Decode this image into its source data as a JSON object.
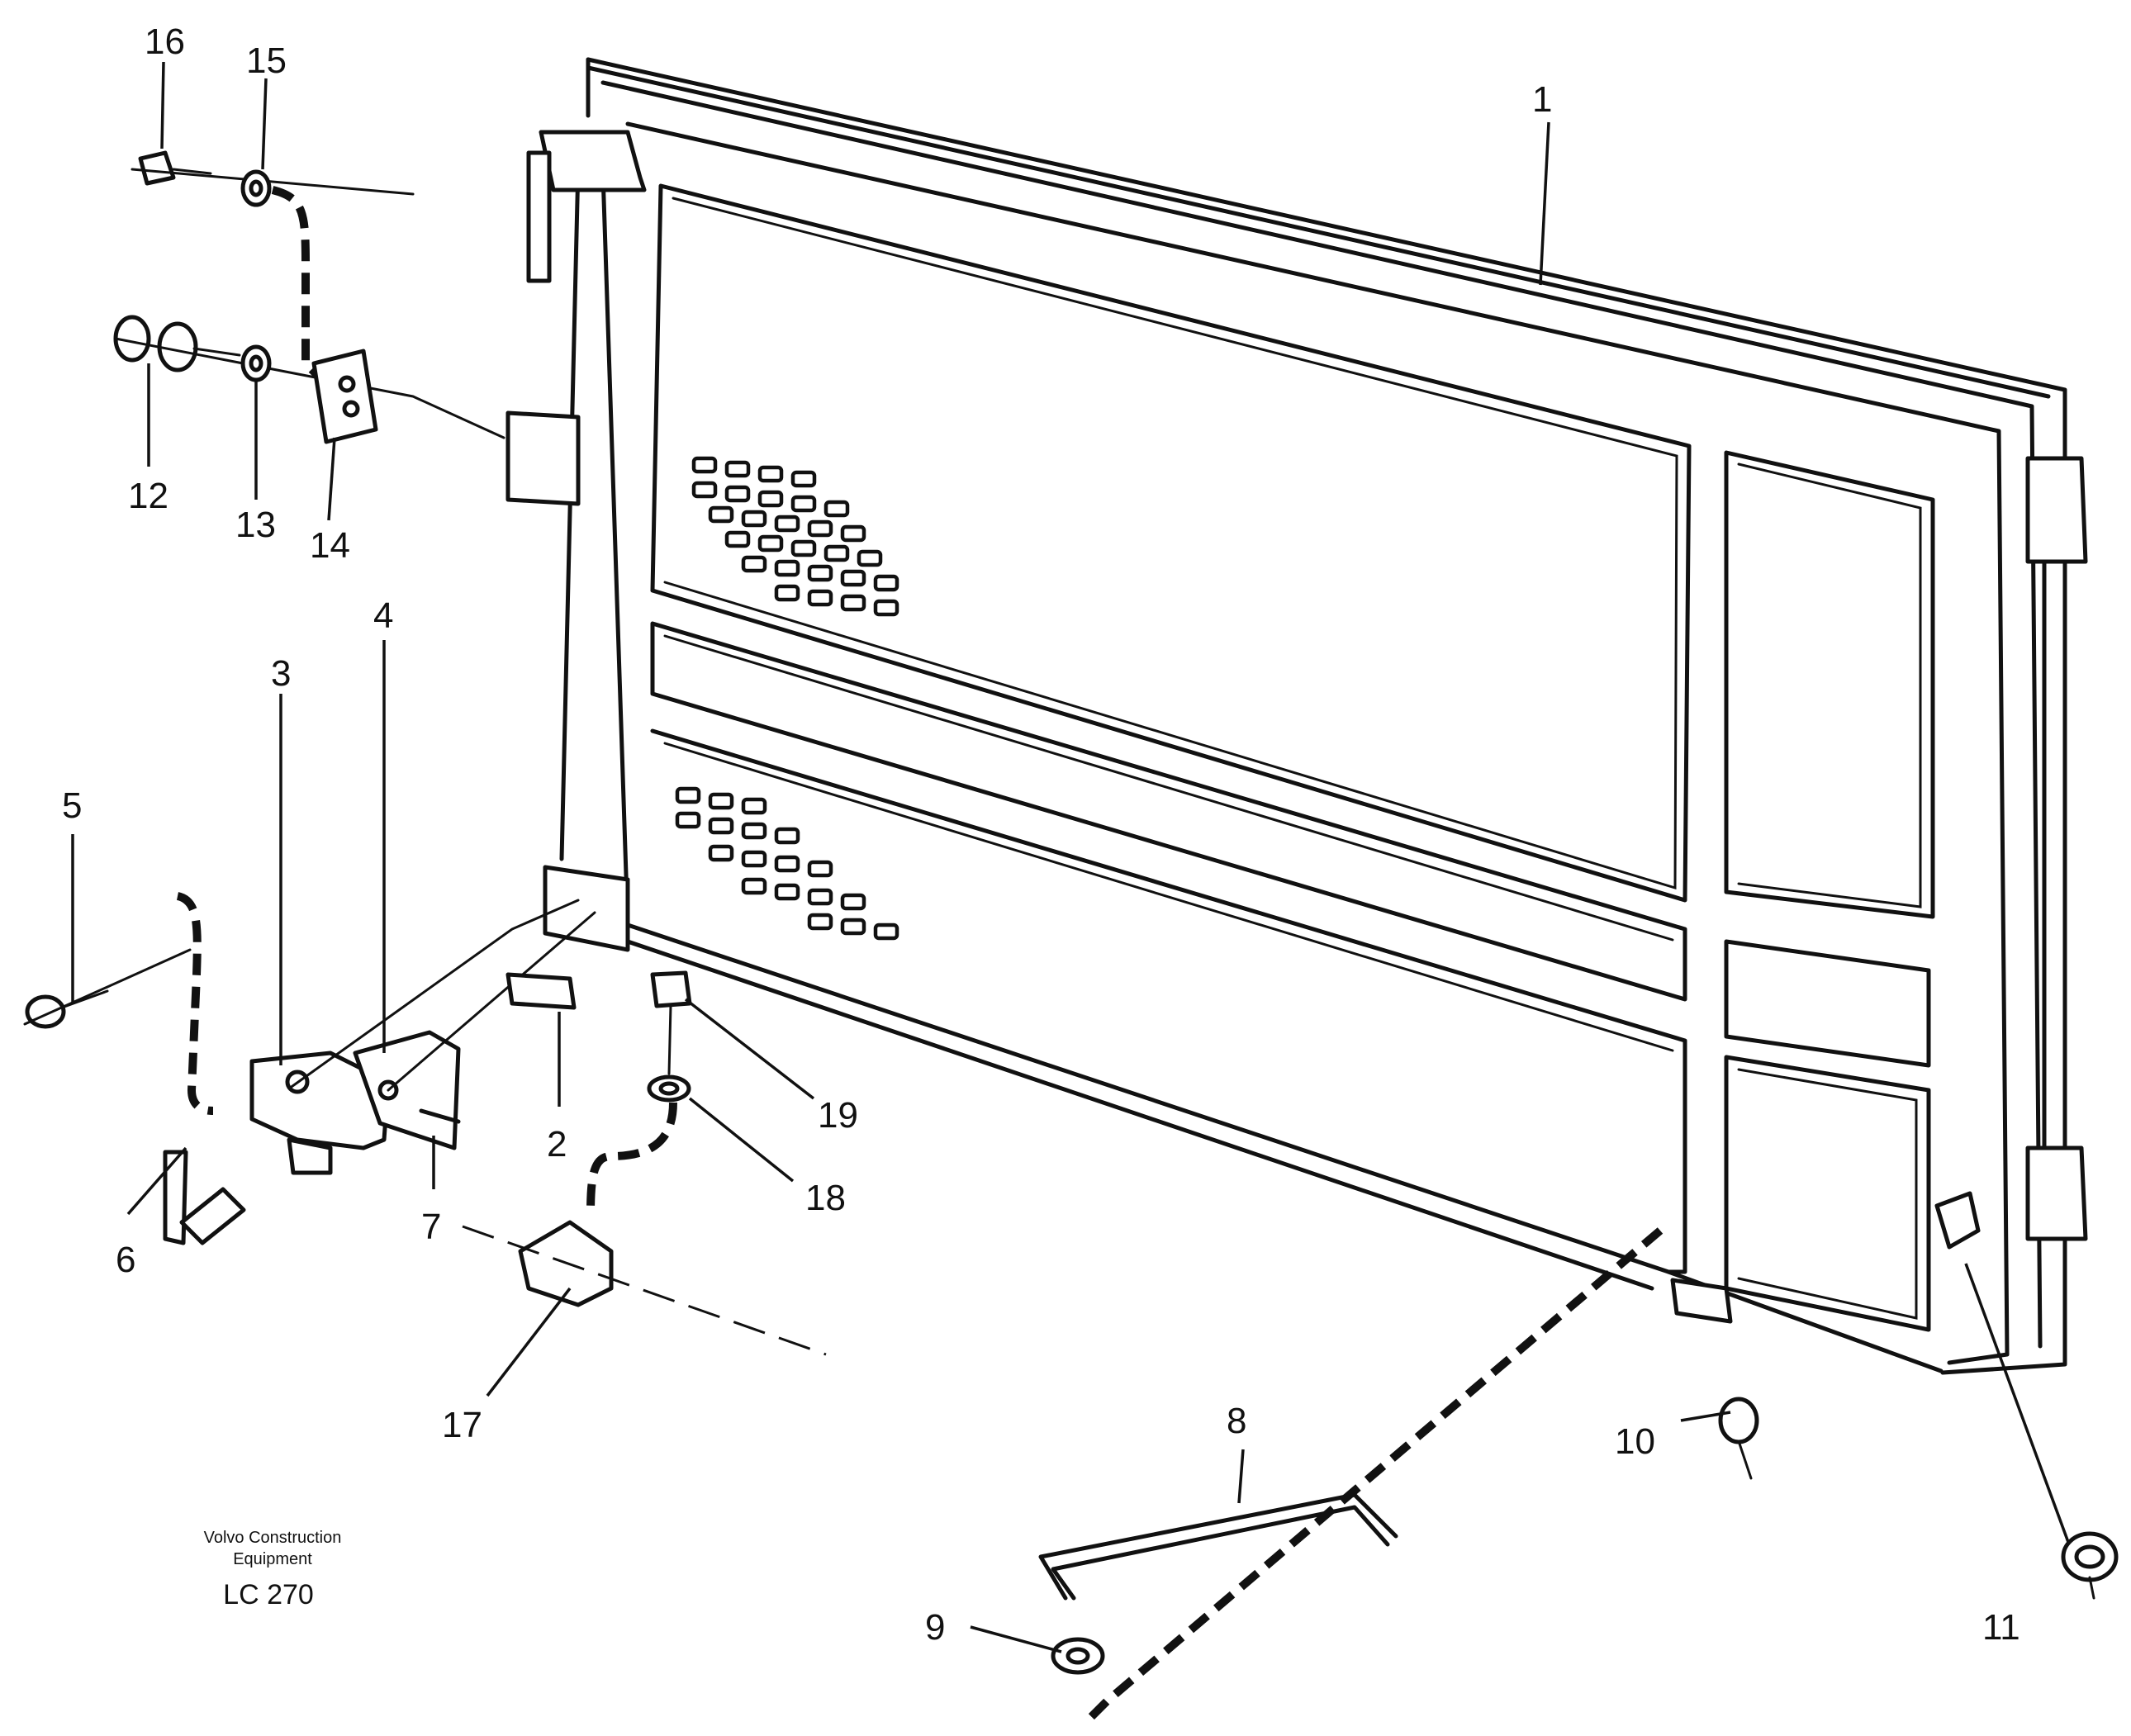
{
  "callouts": [
    "1",
    "2",
    "3",
    "4",
    "5",
    "6",
    "7",
    "8",
    "9",
    "10",
    "11",
    "12",
    "13",
    "14",
    "15",
    "16",
    "17",
    "18",
    "19"
  ],
  "caption": {
    "line1": "Volvo Construction",
    "line2": "Equipment",
    "code": "LC 270"
  }
}
